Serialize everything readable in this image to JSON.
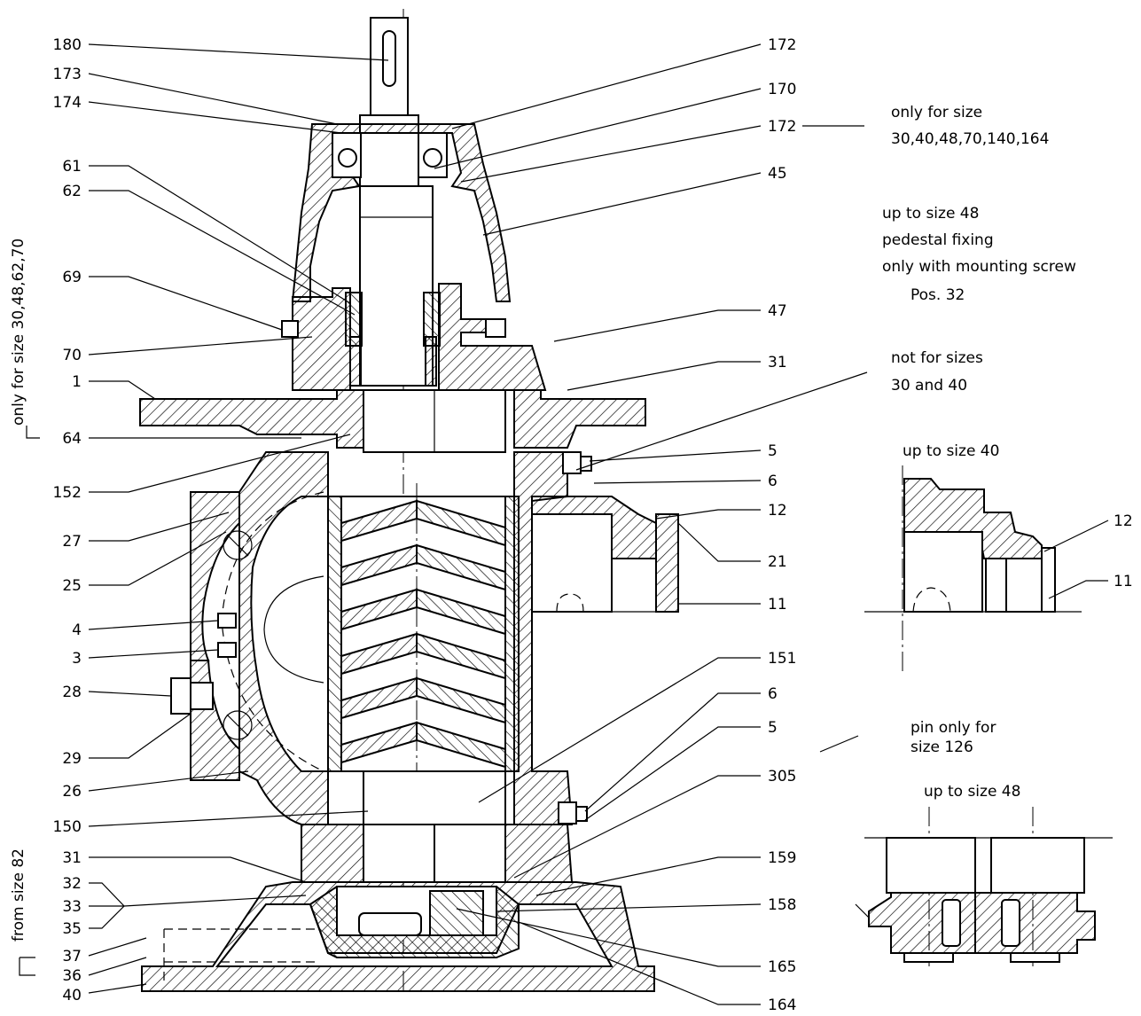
{
  "labels_left": [
    "180",
    "173",
    "174",
    "61",
    "62",
    "69",
    "70",
    "1",
    "64",
    "152",
    "27",
    "25",
    "4",
    "3",
    "28",
    "29",
    "26",
    "150",
    "31",
    "32",
    "33",
    "35",
    "37",
    "36",
    "40"
  ],
  "labels_right": [
    "172",
    "170",
    "172",
    "45",
    "47",
    "31",
    "5",
    "6",
    "12",
    "21",
    "11",
    "151",
    "6",
    "5",
    "305",
    "159",
    "158",
    "165",
    "164"
  ],
  "detail_labels": [
    "12",
    "11"
  ],
  "notes": {
    "note_size_list": [
      "only for size",
      "30,40,48,70,140,164"
    ],
    "note_pedestal": [
      "up to size 48",
      "pedestal fixing",
      "only with mounting screw",
      "Pos. 32"
    ],
    "note_not_for": [
      "not for sizes",
      "30 and 40"
    ],
    "note_detail_top": "up to size 40",
    "note_pin": [
      "pin only for",
      "size 126"
    ],
    "note_detail_bottom": "up to size 48",
    "side_top": "only for size 30,48,62,70",
    "side_bottom": "from size 82"
  }
}
